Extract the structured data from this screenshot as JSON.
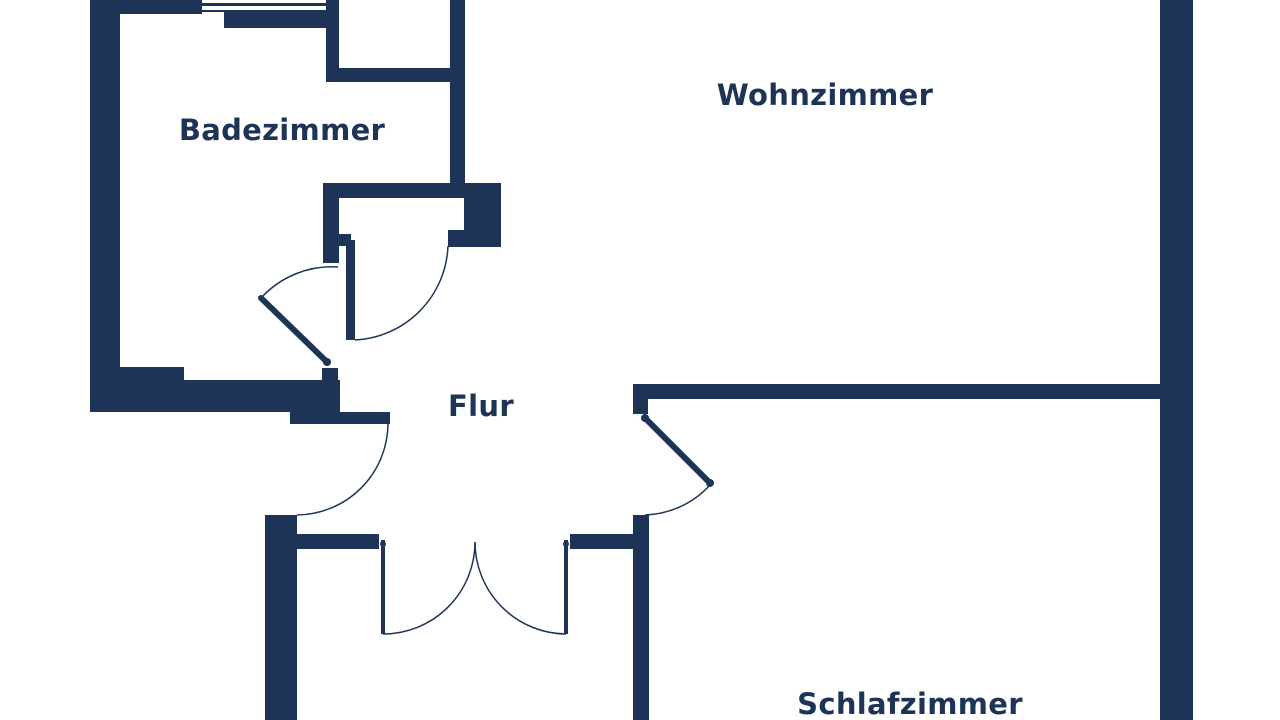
{
  "colors": {
    "wall": "#1e3457",
    "background": "#ffffff",
    "label": "#1e3457"
  },
  "rooms": {
    "badezimmer": "Badezimmer",
    "wohnzimmer": "Wohnzimmer",
    "flur": "Flur",
    "schlafzimmer": "Schlafzimmer"
  }
}
